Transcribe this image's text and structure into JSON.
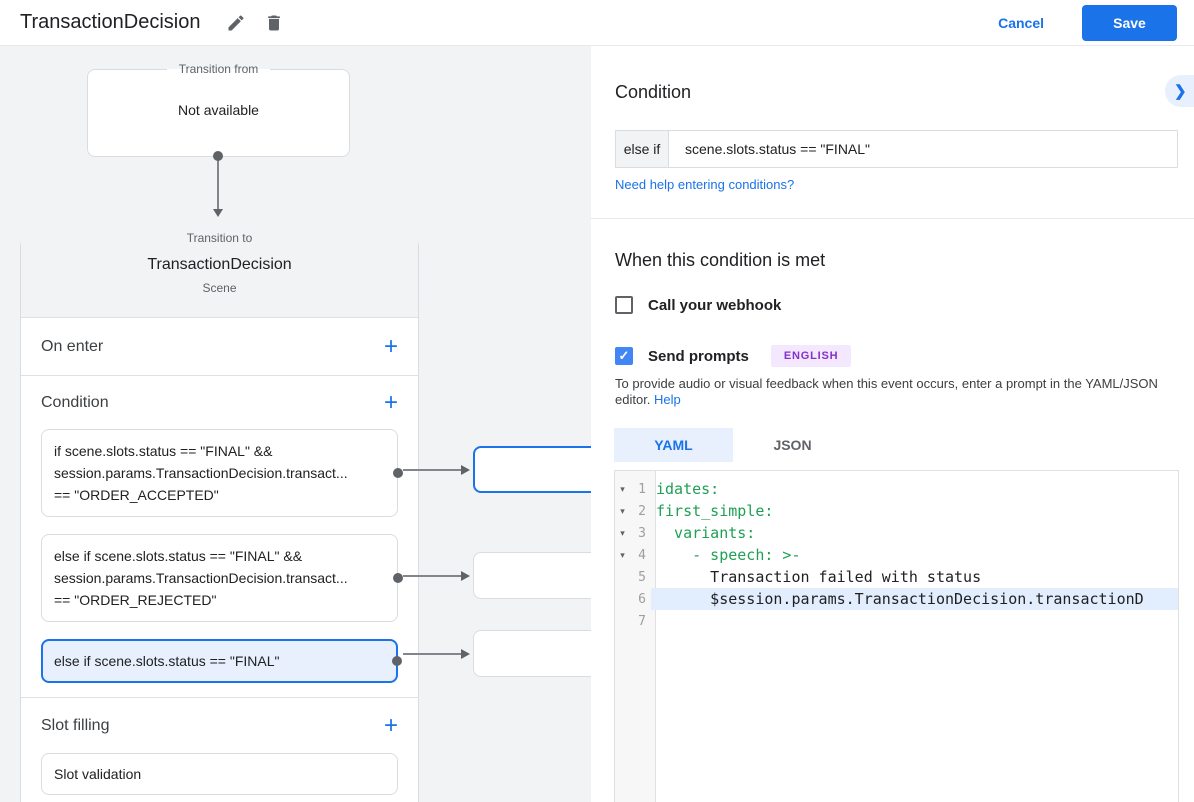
{
  "header": {
    "title": "TransactionDecision",
    "cancel_label": "Cancel",
    "save_label": "Save"
  },
  "icons": {
    "add": "+",
    "chevron_right": "❯",
    "fold": "▾",
    "check": "✓"
  },
  "colors": {
    "accent_blue": "#1a73e8",
    "selected_bg": "#e8f0fe",
    "canvas_bg": "#f1f3f4",
    "border": "#dadce0",
    "code_green": "#1fa055",
    "badge_purple_text": "#8430ce",
    "badge_purple_bg": "#f3e8fd",
    "checkbox_checked": "#4285f4"
  },
  "flow": {
    "transition_from": {
      "legend": "Transition from",
      "value": "Not available"
    },
    "transition_to": {
      "legend": "Transition to",
      "title": "TransactionDecision",
      "subtitle": "Scene",
      "on_enter_label": "On enter",
      "condition_label": "Condition",
      "slot_filling_label": "Slot filling",
      "slot_validation_label": "Slot validation",
      "conditions": [
        {
          "line1": "if scene.slots.status == \"FINAL\" &&",
          "line2": "session.params.TransactionDecision.transact...",
          "line3": "== \"ORDER_ACCEPTED\""
        },
        {
          "line1": "else if scene.slots.status == \"FINAL\" &&",
          "line2": "session.params.TransactionDecision.transact...",
          "line3": "== \"ORDER_REJECTED\""
        },
        {
          "line1": "else if scene.slots.status == \"FINAL\""
        }
      ]
    }
  },
  "panel": {
    "title": "Condition",
    "condition_prefix": "else if",
    "condition_value": "scene.slots.status == \"FINAL\"",
    "help_link": "Need help entering conditions?",
    "section_title": "When this condition is met",
    "webhook_label": "Call your webhook",
    "send_prompts_label": "Send prompts",
    "language_badge": "ENGLISH",
    "description": "To provide audio or visual feedback when this event occurs, enter a prompt in the YAML/JSON editor.",
    "help_label": "Help",
    "tabs": {
      "yaml": "YAML",
      "json": "JSON"
    },
    "editor": {
      "lines": [
        {
          "num": "1",
          "text": "idates:"
        },
        {
          "num": "2",
          "text": "first_simple:"
        },
        {
          "num": "3",
          "text": "  variants:"
        },
        {
          "num": "4",
          "text": "    - speech: >-"
        },
        {
          "num": "5",
          "text": "      Transaction failed with status"
        },
        {
          "num": "6",
          "text": "      $session.params.TransactionDecision.transactionD"
        },
        {
          "num": "7",
          "text": ""
        }
      ]
    }
  }
}
